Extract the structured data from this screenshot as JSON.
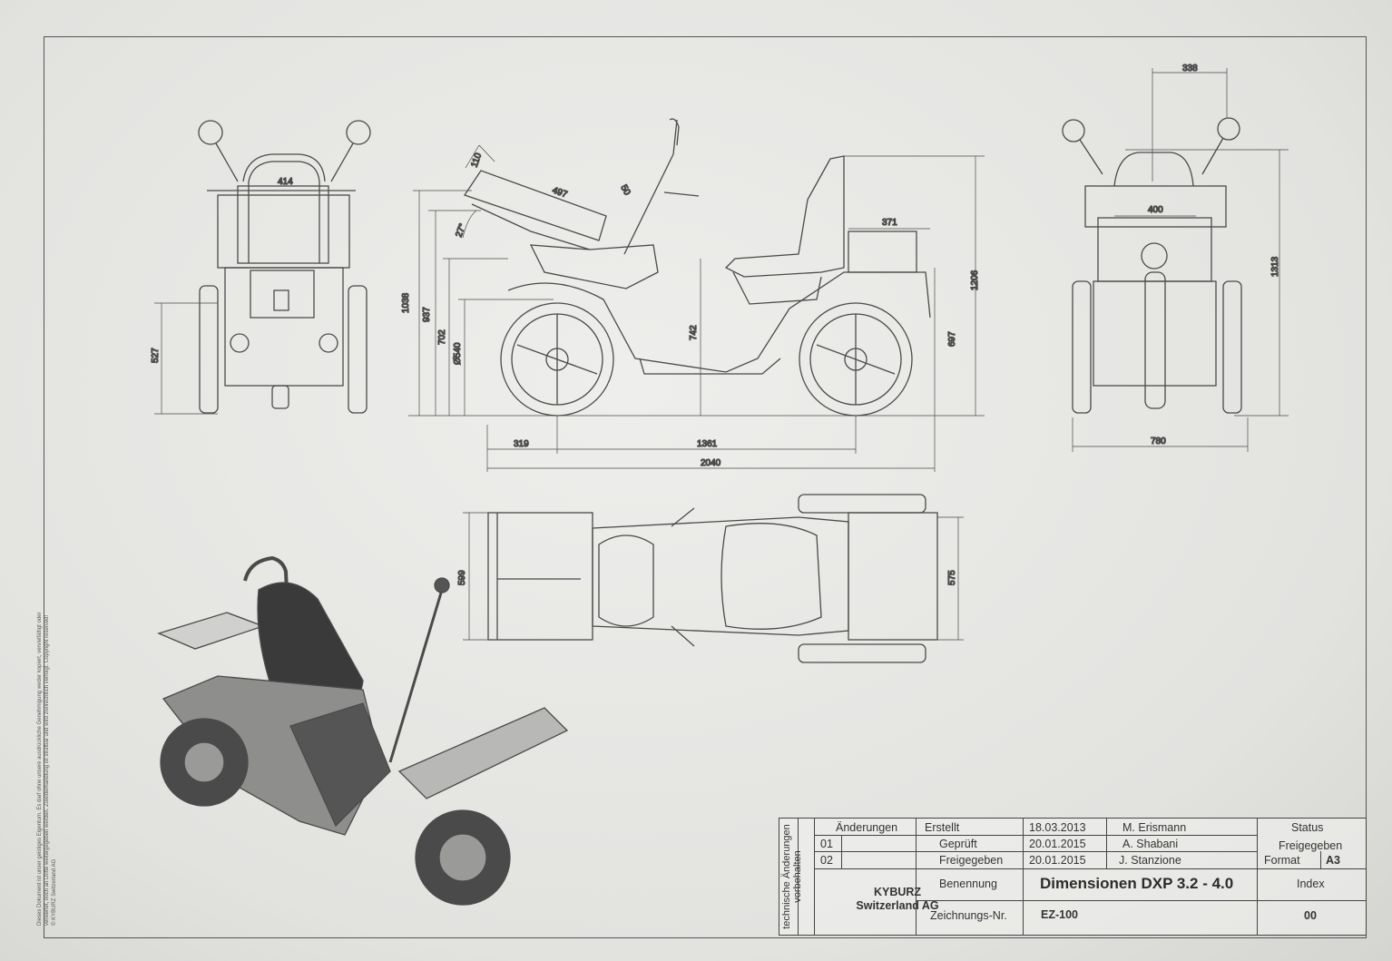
{
  "side_note": {
    "lines": [
      "Dieses Dokument ist unser geistiges Eigentum. Es darf ohne unsere ausdrückliche Genehmigung weder kopiert, vervielfältigt oder",
      "verwertet, noch an Dritte weitergegeben werden. Zuwiderhandlung ist strafbar und wird zivilrechtlich verfolgt.  Copyright reserved!",
      "© KYBURZ Switzerland AG"
    ]
  },
  "dimensions": {
    "front_width": "414",
    "front_height": "527",
    "side_110": "110",
    "side_497": "497",
    "side_50": "50",
    "side_27": "27°",
    "side_371": "371",
    "side_1038": "1038",
    "side_937": "937",
    "side_702": "702",
    "side_540": "Ø540",
    "side_742": "742",
    "side_697": "697",
    "side_1206": "1206",
    "side_319": "319",
    "side_1361": "1361",
    "side_2040": "2040",
    "rear_338": "338",
    "rear_400": "400",
    "rear_1313": "1313",
    "rear_780": "780",
    "top_599": "599",
    "top_575": "575"
  },
  "title_block": {
    "vertical_label": "technische Änderungen vorbehalten",
    "changes_header": "Änderungen",
    "rev1": "01",
    "rev2": "02",
    "company_line1": "KYBURZ",
    "company_line2": "Switzerland AG",
    "erstellt_label": "Erstellt",
    "erstellt_date": "18.03.2013",
    "erstellt_name": "M. Erismann",
    "geprueft_label": "Geprüft",
    "geprueft_date": "20.01.2015",
    "geprueft_name": "A. Shabani",
    "freigegeben_label": "Freigegeben",
    "freigegeben_date": "20.01.2015",
    "freigegeben_name": "J. Stanzione",
    "status_label": "Status",
    "status_value": "Freigegeben",
    "format_label": "Format",
    "format_value": "A3",
    "benennung_label": "Benennung",
    "benennung_value": "Dimensionen DXP 3.2 - 4.0",
    "index_label": "Index",
    "index_value": "00",
    "zeichnung_label": "Zeichnungs-Nr.",
    "zeichnung_value": "EZ-100"
  }
}
